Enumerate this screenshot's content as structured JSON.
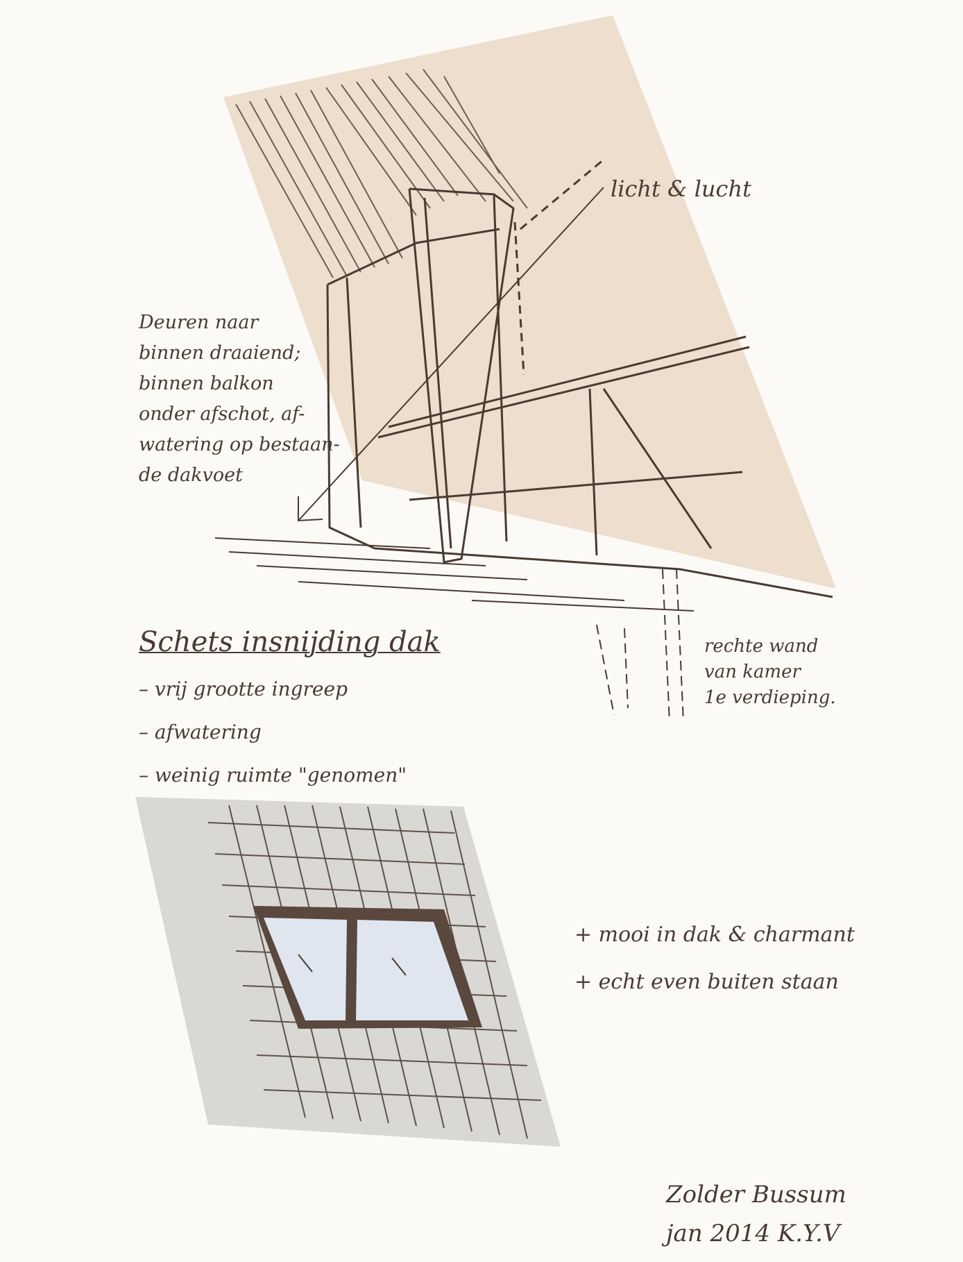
{
  "labels": {
    "light_air": "licht & lucht",
    "door_note": [
      "Deuren naar",
      "binnen draaiend;",
      "binnen balkon",
      "onder afschot, af-",
      "watering op bestaan-",
      "de dakvoet"
    ],
    "title": "Schets insnijding dak",
    "minus_points": [
      "– vrij grootte ingreep",
      "– afwatering",
      "– weinig ruimte \"genomen\""
    ],
    "wall_note": [
      "rechte wand",
      "van kamer",
      "1e verdieping."
    ],
    "plus_points": [
      "+ mooi in dak & charmant",
      "+ echt even buiten staan"
    ],
    "signature": [
      "Zolder Bussum",
      "jan 2014 K.Y.V"
    ]
  },
  "colors": {
    "paper": "#fbfaf7",
    "ink": "#4a3a32",
    "roof_wash": "#ead8c6",
    "tile_wash": "#d9d8d4",
    "glass": "#dfe6ef"
  }
}
